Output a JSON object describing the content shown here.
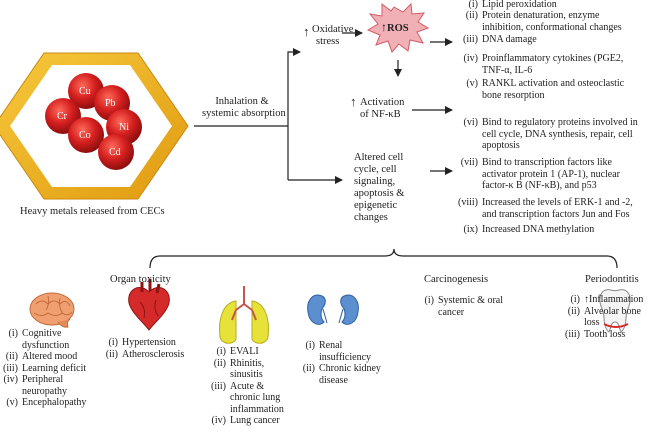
{
  "metals": {
    "symbols": [
      "Cu",
      "Pb",
      "Cr",
      "Ni",
      "Co",
      "Cd"
    ],
    "caption": "Heavy metals released from CECs",
    "hex_color": "#f0b418",
    "ball_color": "#d41f1f"
  },
  "route": {
    "line1": "Inhalation &",
    "line2": "systemic absorption"
  },
  "pathways": {
    "oxidative": {
      "line1": "Oxidative",
      "line2": "stress",
      "arrow": "↑"
    },
    "ros": {
      "label": "ROS",
      "arrow": "↑",
      "color": "#f0b0b6"
    },
    "nfkb": {
      "line1": "Activation",
      "line2": "of NF-κB",
      "arrow": "↑",
      "down_arrow": "↓"
    },
    "altered": {
      "lines": [
        "Altered cell",
        "cycle, cell",
        "signaling,",
        "apoptosis &",
        "epigenetic",
        "changes"
      ]
    }
  },
  "effects": [
    {
      "num": "(i)",
      "lines": [
        "Lipid peroxidation"
      ]
    },
    {
      "num": "(ii)",
      "lines": [
        "Protein denaturation, enzyme",
        "inhibition, conformational changes"
      ]
    },
    {
      "num": "(iii)",
      "lines": [
        "DNA damage"
      ]
    },
    {
      "num": "(iv)",
      "lines": [
        "Proinflammatory cytokines (PGE2,",
        "TNF-α, IL-6"
      ]
    },
    {
      "num": "(v)",
      "lines": [
        "RANKL activation and osteoclastic",
        "bone resorption"
      ]
    },
    {
      "num": "(vi)",
      "lines": [
        "Bind to regulatory proteins involved in",
        "cell cycle, DNA synthesis, repair, cell",
        "apoptosis"
      ]
    },
    {
      "num": "(vii)",
      "lines": [
        "Bind to transcription factors like",
        "activator protein 1 (AP-1), nuclear",
        "factor-κ B (NF-κB), and p53"
      ]
    },
    {
      "num": "(viii)",
      "lines": [
        "Increased the levels of ERK-1 and -2,",
        "and transcription factors Jun and Fos"
      ]
    },
    {
      "num": "(ix)",
      "lines": [
        "Increased DNA methylation"
      ]
    }
  ],
  "organ_toxicity": {
    "title": "Organ toxicity",
    "brain": [
      {
        "num": "(i)",
        "lines": [
          "Cognitive",
          "dysfunction"
        ]
      },
      {
        "num": "(ii)",
        "lines": [
          "Altered mood"
        ]
      },
      {
        "num": "(iii)",
        "lines": [
          "Learning deficit"
        ]
      },
      {
        "num": "(iv)",
        "lines": [
          "Peripheral",
          "neuropathy"
        ]
      },
      {
        "num": "(v)",
        "lines": [
          "Encephalopathy"
        ]
      }
    ],
    "heart": [
      {
        "num": "(i)",
        "lines": [
          "Hypertension"
        ]
      },
      {
        "num": "(ii)",
        "lines": [
          "Atherosclerosis"
        ]
      }
    ],
    "lung": [
      {
        "num": "(i)",
        "lines": [
          "EVALI"
        ]
      },
      {
        "num": "(ii)",
        "lines": [
          "Rhinitis,",
          "sinusitis"
        ]
      },
      {
        "num": "(iii)",
        "lines": [
          "Acute &",
          "chronic lung",
          "inflammation"
        ]
      },
      {
        "num": "(iv)",
        "lines": [
          "Lung cancer"
        ]
      }
    ],
    "kidney": [
      {
        "num": "(i)",
        "lines": [
          "Renal",
          "insufficiency"
        ]
      },
      {
        "num": "(ii)",
        "lines": [
          "Chronic kidney",
          "disease"
        ]
      }
    ]
  },
  "carcinogenesis": {
    "title": "Carcinogenesis",
    "items": [
      {
        "num": "(i)",
        "lines": [
          "Systemic & oral",
          "cancer"
        ]
      }
    ]
  },
  "periodontitis": {
    "title": "Periodontitis",
    "items": [
      {
        "num": "(i)",
        "arrow": "↑",
        "lines": [
          "Inflammation"
        ]
      },
      {
        "num": "(ii)",
        "lines": [
          "Alveolar bone",
          "loss"
        ]
      },
      {
        "num": "(iii)",
        "lines": [
          "Tooth loss"
        ]
      }
    ]
  },
  "colors": {
    "brain": "#f0a070",
    "heart": "#d42a2a",
    "lung": "#e6e23a",
    "kidney": "#5b8fd0",
    "arrow": "#222222"
  }
}
